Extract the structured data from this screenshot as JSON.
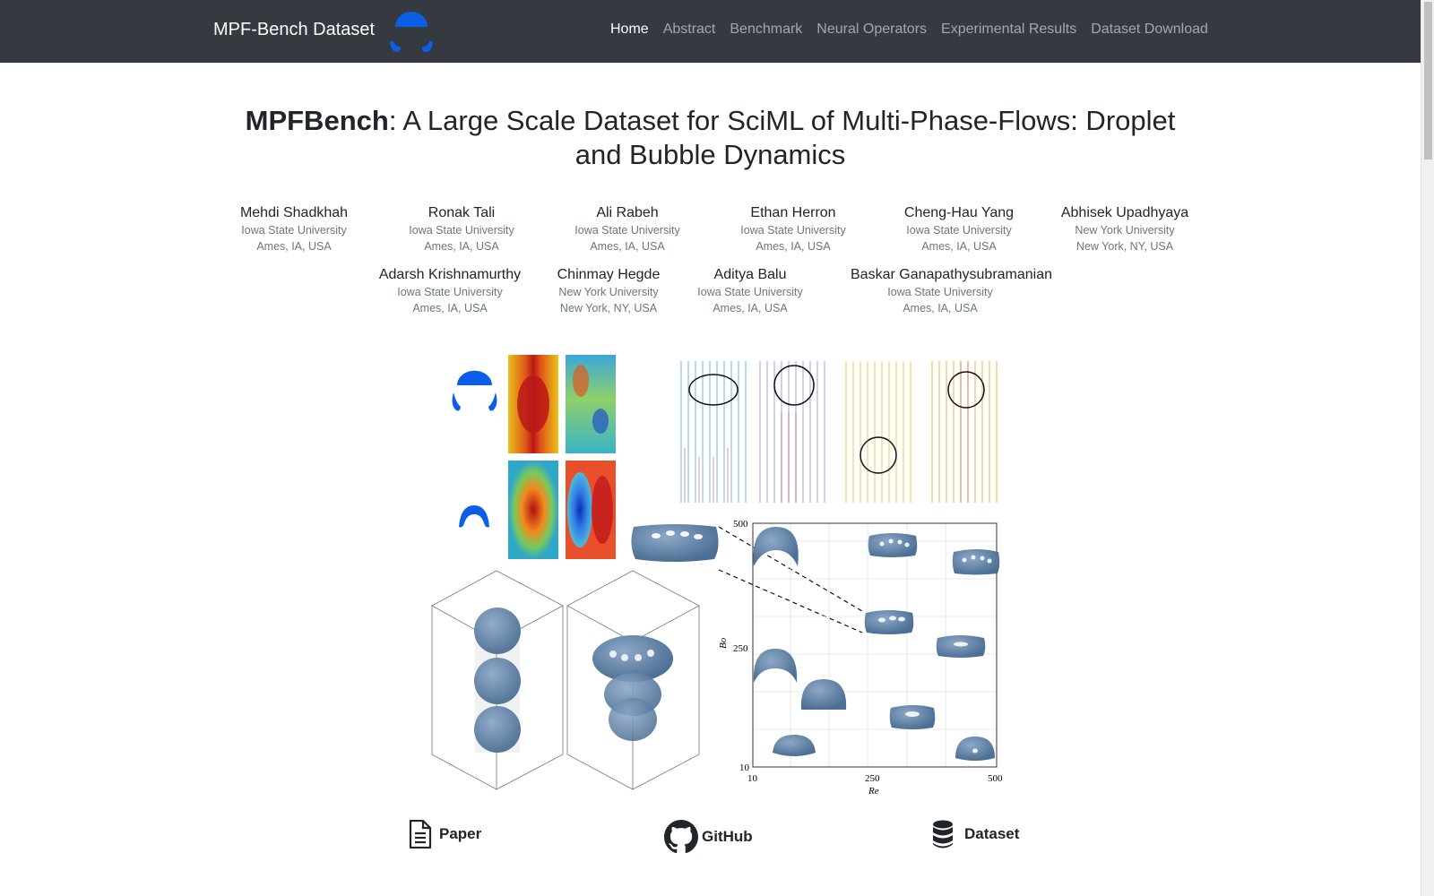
{
  "navbar": {
    "brand": "MPF-Bench Dataset",
    "brand_logo_icon": "bubble-logo-icon",
    "links": [
      {
        "label": "Home",
        "active": true
      },
      {
        "label": "Abstract",
        "active": false
      },
      {
        "label": "Benchmark",
        "active": false
      },
      {
        "label": "Neural Operators",
        "active": false
      },
      {
        "label": "Experimental Results",
        "active": false
      },
      {
        "label": "Dataset Download",
        "active": false
      }
    ]
  },
  "title": {
    "bold": "MPFBench",
    "rest": ": A Large Scale Dataset for SciML of Multi-Phase-Flows: Droplet and Bubble Dynamics"
  },
  "authors": [
    {
      "name": "Mehdi Shadkhah",
      "affiliation": "Iowa State University",
      "location": "Ames, IA, USA"
    },
    {
      "name": "Ronak Tali",
      "affiliation": "Iowa State University",
      "location": "Ames, IA, USA"
    },
    {
      "name": "Ali Rabeh",
      "affiliation": "Iowa State University",
      "location": "Ames, IA, USA"
    },
    {
      "name": "Ethan Herron",
      "affiliation": "Iowa State University",
      "location": "Ames, IA, USA"
    },
    {
      "name": "Cheng-Hau Yang",
      "affiliation": "Iowa State University",
      "location": "Ames, IA, USA"
    },
    {
      "name": "Abhisek Upadhyaya",
      "affiliation": "New York University",
      "location": "New York, NY, USA"
    },
    {
      "name": "Adarsh Krishnamurthy",
      "affiliation": "Iowa State University",
      "location": "Ames, IA, USA"
    },
    {
      "name": "Chinmay Hegde",
      "affiliation": "New York University",
      "location": "New York, NY, USA"
    },
    {
      "name": "Aditya Balu",
      "affiliation": "Iowa State University",
      "location": "Ames, IA, USA"
    },
    {
      "name": "Baskar Ganapathysubramanian",
      "affiliation": "Iowa State University",
      "location": "Ames, IA, USA"
    }
  ],
  "figure": {
    "plot": {
      "xlabel": "Re",
      "ylabel": "Bo",
      "xticks": [
        "10",
        "250",
        "500"
      ],
      "yticks": [
        "10",
        "250",
        "500"
      ]
    }
  },
  "resources": [
    {
      "label": "Paper",
      "icon": "document-icon"
    },
    {
      "label": "GitHub",
      "icon": "github-icon"
    },
    {
      "label": "Dataset",
      "icon": "database-icon"
    }
  ],
  "colors": {
    "navbar_bg": "#343a40",
    "nav_active": "#ffffff",
    "nav_inactive": "rgba(255,255,255,0.55)",
    "bubble_blue": "#0a5fe6",
    "bubble_steel": "#5b7fa6"
  }
}
